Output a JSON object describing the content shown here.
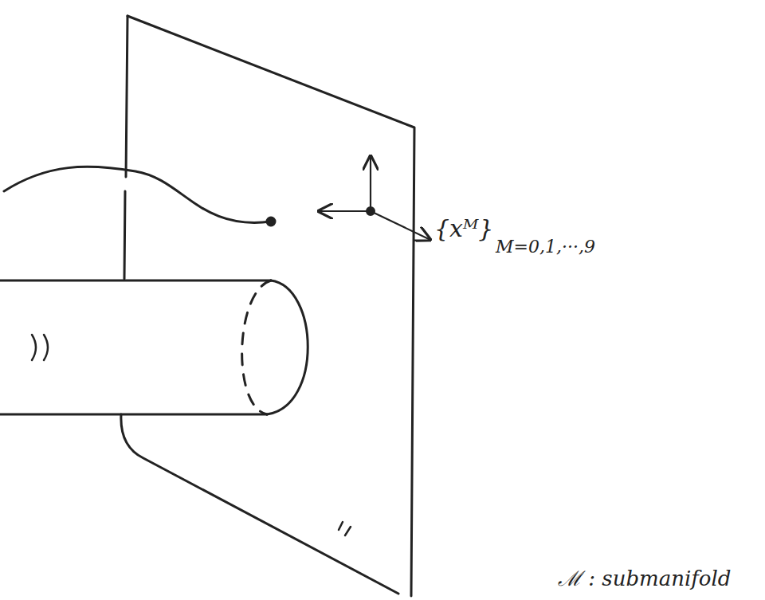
{
  "diagram": {
    "labels": [
      "{xᴹ}",
      "M=0,1,···,9",
      "ℳ : submanifold"
    ]
  }
}
